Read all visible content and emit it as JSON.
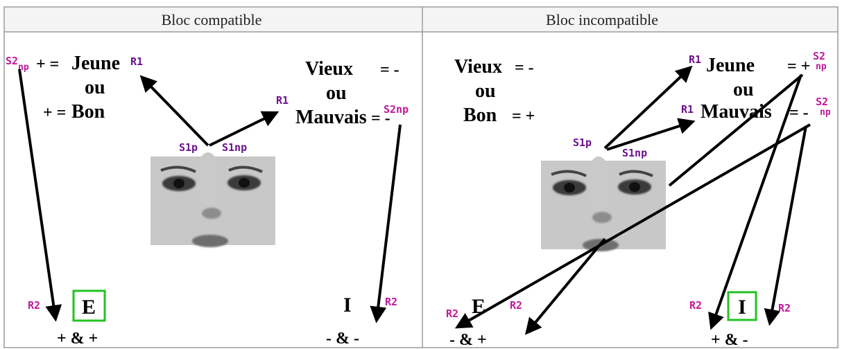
{
  "headers": {
    "left": "Bloc compatible",
    "right": "Bloc incompatible"
  },
  "left": {
    "s2np": "S2",
    "s2np_sub": "np",
    "line1_sign": "+ =",
    "line1_word": "Jeune",
    "line2": "ou",
    "line3_sign": "+ =",
    "line3_word": "Bon",
    "r1_a": "R1",
    "vieux": "Vieux",
    "vieux_sign": "= -",
    "ou_right": "ou",
    "mauvais": "Mauvais",
    "mauvais_sign": "= -",
    "r1_b": "R1",
    "s2np_right": "S2np",
    "s1p": "S1p",
    "s1np": "S1np",
    "r2_left": "R2",
    "box_letter": "E",
    "bottom_left": "+ & +",
    "letter_i": "I",
    "r2_right": "R2",
    "bottom_right": "- & -"
  },
  "right": {
    "vieux": "Vieux",
    "vieux_sign": "= -",
    "ou": "ou",
    "bon": "Bon",
    "bon_sign": "= +",
    "r1_a": "R1",
    "jeune": "Jeune",
    "jeune_sign": "= +",
    "s2_a": "S2",
    "s2_a_sub": "np",
    "ou_mid": "ou",
    "r1_b": "R1",
    "mauvais": "Mauvais",
    "mauvais_sign": "= -",
    "s2_b": "S2",
    "s2_b_sub": "np",
    "s1p": "S1p",
    "s1np": "S1np",
    "r2_a": "R2",
    "letter_e": "E",
    "r2_b": "R2",
    "bottom_left": "- & +",
    "r2_c": "R2",
    "box_letter": "I",
    "r2_d": "R2",
    "bottom_right": "+ & -"
  },
  "colors": {
    "purple": "#6b0f8c",
    "magenta": "#c0189a",
    "green_box": "#22c322",
    "grid": "#9a9a9a"
  }
}
